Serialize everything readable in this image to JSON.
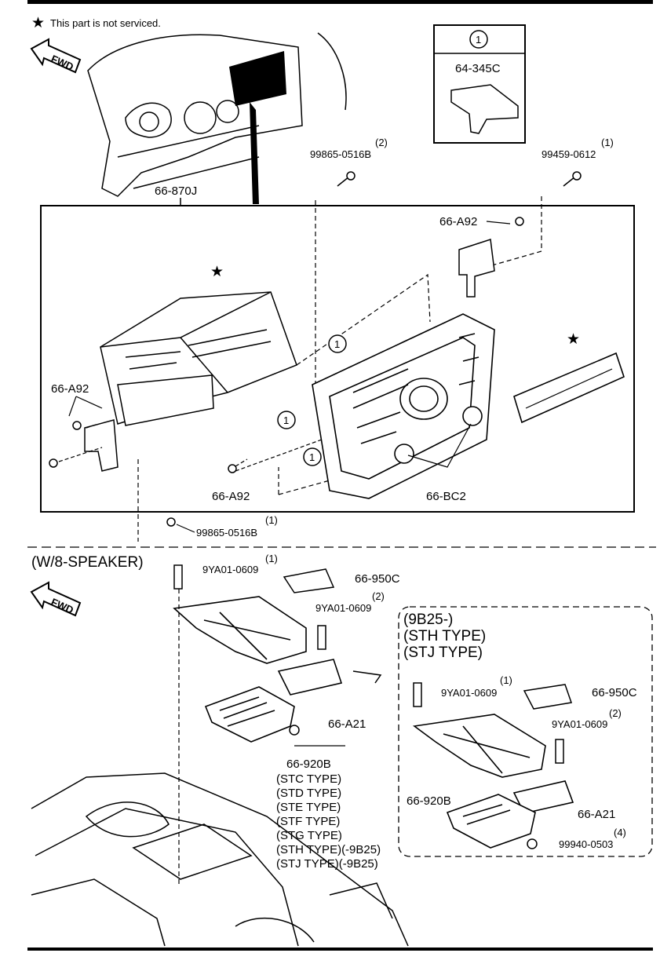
{
  "note": {
    "star": "★",
    "text": "This part is not serviced."
  },
  "fwd": "FWD",
  "inset": {
    "number": "1",
    "part": "64-345C"
  },
  "top": {
    "assembly": "66-870J",
    "screw_top": {
      "qty": "(2)",
      "part": "99865-0516B"
    },
    "screw_right": {
      "qty": "(1)",
      "part": "99459-0612"
    },
    "bracket_right": "66-A92",
    "bracket_left": "66-A92",
    "screw_lower": "66-A92",
    "knobs": "66-BC2",
    "screw_bottom": {
      "qty": "(1)",
      "part": "99865-0516B"
    },
    "callout": "1",
    "star": "★"
  },
  "bottom": {
    "heading": "(W/8-SPEAKER)",
    "bolt1": {
      "qty": "(1)",
      "part": "9YA01-0609"
    },
    "cover": "66-950C",
    "bolt2": {
      "qty": "(2)",
      "part": "9YA01-0609"
    },
    "bracket": "66-A21",
    "amp": "66-920B",
    "types": [
      "(STC TYPE)",
      "(STD TYPE)",
      "(STE TYPE)",
      "(STF TYPE)",
      "(STG TYPE)",
      "(STH TYPE)(-9B25)",
      "(STJ TYPE)(-9B25)"
    ]
  },
  "variant": {
    "heading": [
      "(9B25-)",
      "(STH TYPE)",
      "(STJ TYPE)"
    ],
    "bolt1": {
      "qty": "(1)",
      "part": "9YA01-0609"
    },
    "cover": "66-950C",
    "bolt2": {
      "qty": "(2)",
      "part": "9YA01-0609"
    },
    "amp": "66-920B",
    "bracket": "66-A21",
    "nut": {
      "qty": "(4)",
      "part": "99940-0503"
    }
  }
}
